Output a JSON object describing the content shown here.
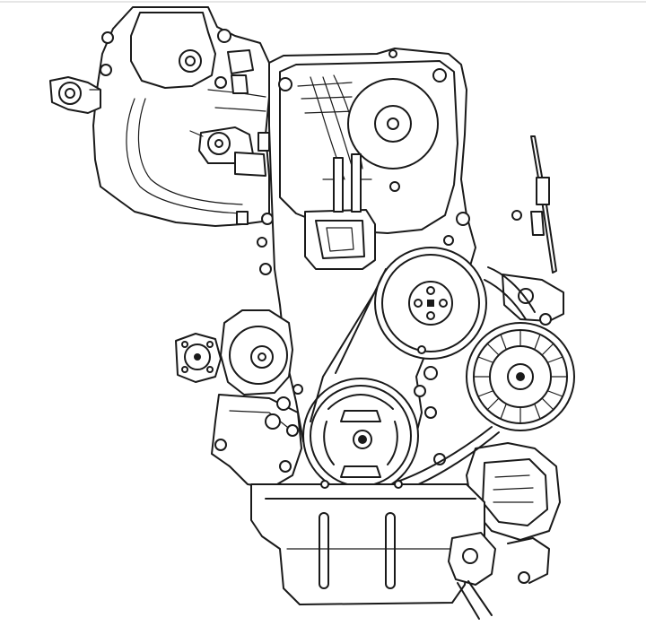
{
  "diagram": {
    "subject": "engine-front-view",
    "stroke_color": "#1a1a1a",
    "background_color": "#ffffff",
    "components": [
      "intake-manifold",
      "timing-belt-cover",
      "camshaft-sprocket",
      "water-pump-pulley",
      "crankshaft-pulley",
      "alternator",
      "power-steering-pump",
      "idler-pulley",
      "oil-pan",
      "dipstick-tube",
      "accessory-drive-belt"
    ]
  }
}
